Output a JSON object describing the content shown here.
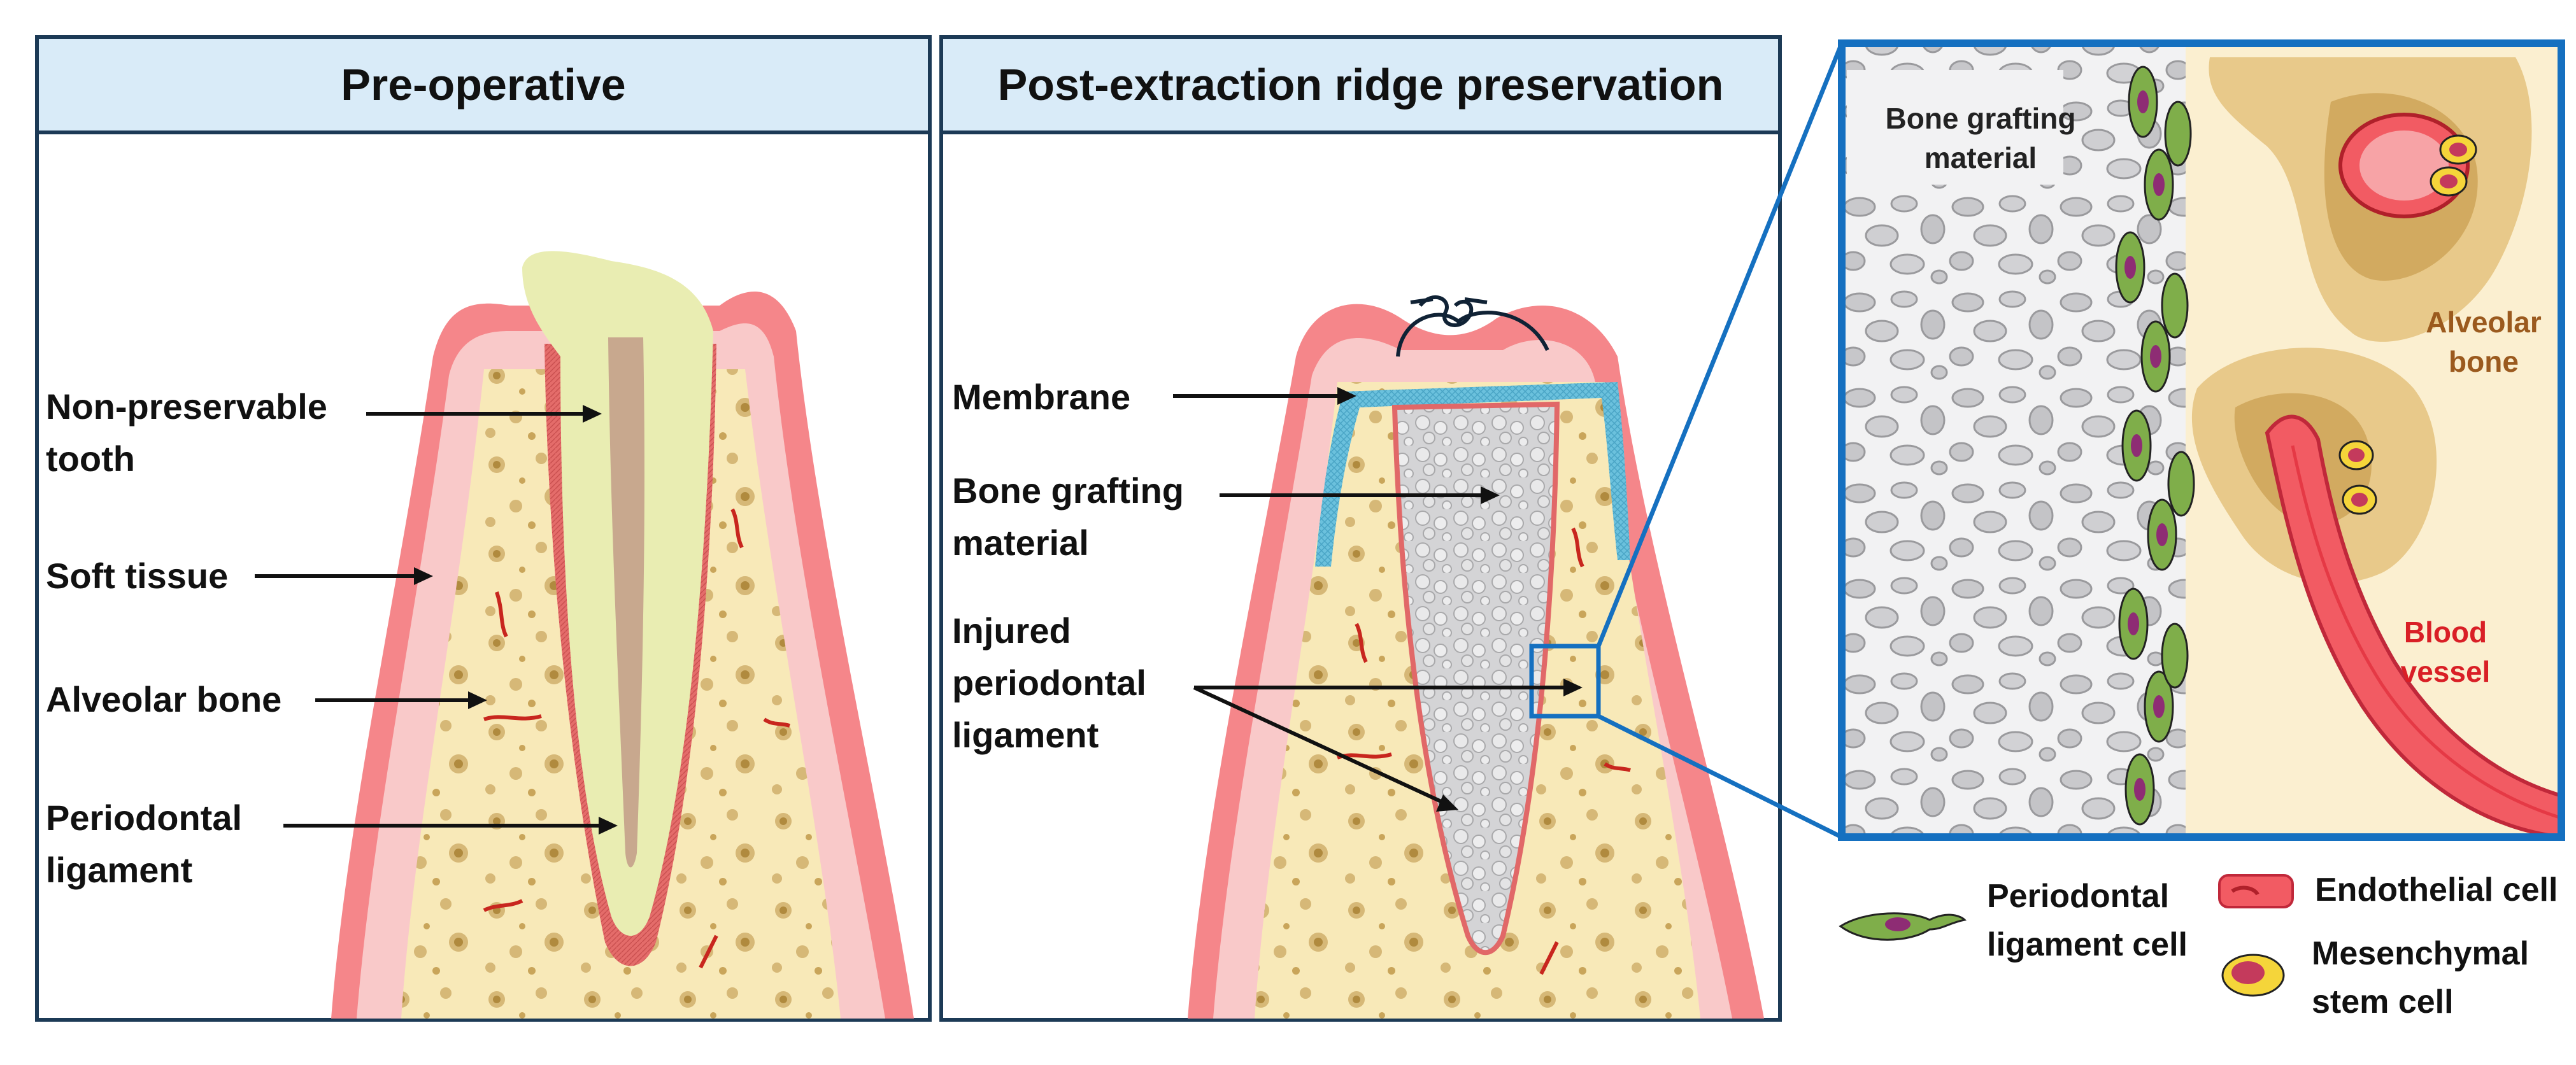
{
  "panels": {
    "pre": {
      "title": "Pre-operative",
      "labels": {
        "tooth": "Non-preservable\ntooth",
        "soft": "Soft tissue",
        "bone": "Alveolar bone",
        "pdl": "Periodontal\n ligament"
      }
    },
    "post": {
      "title": "Post-extraction ridge preservation",
      "labels": {
        "membrane": "Membrane",
        "graft": "Bone grafting\nmaterial",
        "injured": "Injured\nperiodontal\nligament"
      }
    },
    "zoom": {
      "labels": {
        "graft": "Bone grafting\nmaterial",
        "bone": "Alveolar\nbone",
        "vessel": "Blood\nvessel"
      }
    }
  },
  "legend": {
    "pdl_cell": "Periodontal\nligament cell",
    "endothelial": "Endothelial cell",
    "msc": "Mesenchymal\nstem cell"
  },
  "colors": {
    "panel_border": "#1c3a56",
    "header_fill": "#d9ebf8",
    "gum": "#f5868a",
    "gum_light": "#f9c9c9",
    "bone": "#f8e9b8",
    "bone_spot": "#c9a55a",
    "tooth": "#e8ecb2",
    "root_canal": "#c9a890",
    "pdl": "#e26a6a",
    "membrane": "#6bc1dd",
    "graft": "#cfcfd1",
    "zoom_border": "#1570c0",
    "vessel": "#f25b63",
    "msc_outer": "#f5d53a",
    "msc_inner": "#c43a5c",
    "pdl_cell": "#7fae4a"
  }
}
